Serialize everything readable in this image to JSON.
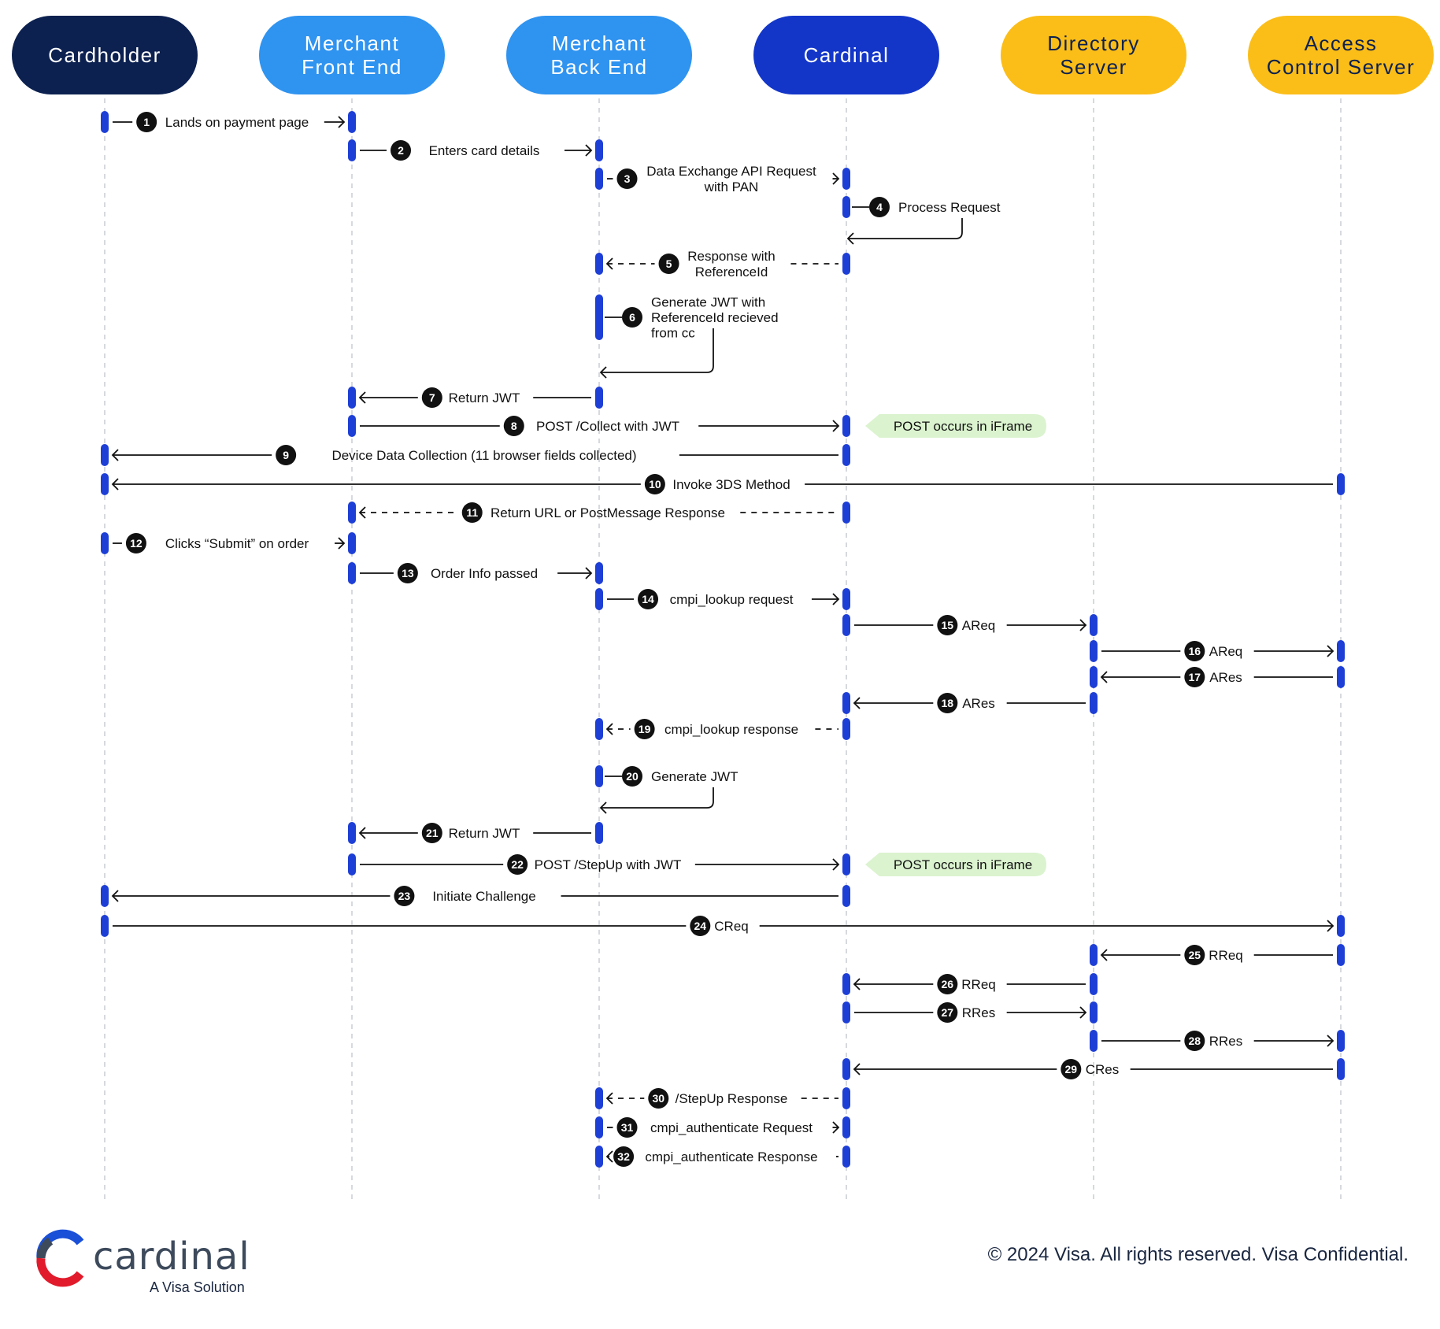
{
  "colors": {
    "activation": "#1e3fd6",
    "lifeline": "#d6d9de",
    "arrow": "#111111",
    "badge": "#111111",
    "note_bg": "#dbf3cf",
    "brand_navy": "#3d4a5c",
    "brand_blue": "#1a4fd8",
    "brand_red": "#e11b2b"
  },
  "participants": [
    {
      "label": "Cardholder",
      "fill": "#0c2150",
      "text_color": "#ffffff"
    },
    {
      "label": "Merchant\nFront End",
      "fill": "#2f93f0",
      "text_color": "#ffffff"
    },
    {
      "label": "Merchant\nBack End",
      "fill": "#2f93f0",
      "text_color": "#ffffff"
    },
    {
      "label": "Cardinal",
      "fill": "#1336c9",
      "text_color": "#ffffff"
    },
    {
      "label": "Directory\nServer",
      "fill": "#fbbd18",
      "text_color": "#0c2150"
    },
    {
      "label": "Access\nControl Server",
      "fill": "#fbbd18",
      "text_color": "#0c2150"
    }
  ],
  "steps": [
    {
      "n": 1,
      "from": 0,
      "to": 1,
      "label": "Lands on payment page",
      "style": "solid"
    },
    {
      "n": 2,
      "from": 1,
      "to": 2,
      "label": "Enters card details",
      "style": "solid"
    },
    {
      "n": 3,
      "from": 2,
      "to": 3,
      "label": "Data Exchange API Request\nwith PAN",
      "style": "solid"
    },
    {
      "n": 4,
      "from": 3,
      "to": 3,
      "label": "Process Request",
      "style": "self"
    },
    {
      "n": 5,
      "from": 3,
      "to": 2,
      "label": "Response with\nReferenceId",
      "style": "dashed"
    },
    {
      "n": 6,
      "from": 2,
      "to": 2,
      "label": "Generate JWT with\nReferenceId recieved\nfrom cc",
      "style": "self"
    },
    {
      "n": 7,
      "from": 2,
      "to": 1,
      "label": "Return JWT",
      "style": "solid"
    },
    {
      "n": 8,
      "from": 1,
      "to": 3,
      "label": "POST /Collect with JWT",
      "style": "solid",
      "note": "POST occurs in iFrame"
    },
    {
      "n": 9,
      "from": 3,
      "to": 0,
      "label": "Device Data Collection (11 browser fields collected)",
      "style": "solid"
    },
    {
      "n": 10,
      "from": 5,
      "to": 0,
      "label": "Invoke 3DS Method",
      "style": "solid"
    },
    {
      "n": 11,
      "from": 3,
      "to": 1,
      "label": "Return URL or PostMessage Response",
      "style": "dashed"
    },
    {
      "n": 12,
      "from": 0,
      "to": 1,
      "label": "Clicks “Submit” on order",
      "style": "solid"
    },
    {
      "n": 13,
      "from": 1,
      "to": 2,
      "label": "Order Info passed",
      "style": "solid"
    },
    {
      "n": 14,
      "from": 2,
      "to": 3,
      "label": "cmpi_lookup request",
      "style": "solid"
    },
    {
      "n": 15,
      "from": 3,
      "to": 4,
      "label": "AReq",
      "style": "solid"
    },
    {
      "n": 16,
      "from": 4,
      "to": 5,
      "label": "AReq",
      "style": "solid"
    },
    {
      "n": 17,
      "from": 5,
      "to": 4,
      "label": "ARes",
      "style": "solid"
    },
    {
      "n": 18,
      "from": 4,
      "to": 3,
      "label": "ARes",
      "style": "solid"
    },
    {
      "n": 19,
      "from": 3,
      "to": 2,
      "label": "cmpi_lookup response",
      "style": "dashed"
    },
    {
      "n": 20,
      "from": 2,
      "to": 2,
      "label": "Generate JWT",
      "style": "self"
    },
    {
      "n": 21,
      "from": 2,
      "to": 1,
      "label": "Return JWT",
      "style": "solid"
    },
    {
      "n": 22,
      "from": 1,
      "to": 3,
      "label": "POST /StepUp with JWT",
      "style": "solid",
      "note": "POST occurs in iFrame"
    },
    {
      "n": 23,
      "from": 3,
      "to": 0,
      "label": "Initiate Challenge",
      "style": "solid"
    },
    {
      "n": 24,
      "from": 0,
      "to": 5,
      "label": "CReq",
      "style": "solid"
    },
    {
      "n": 25,
      "from": 5,
      "to": 4,
      "label": "RReq",
      "style": "solid"
    },
    {
      "n": 26,
      "from": 4,
      "to": 3,
      "label": "RReq",
      "style": "solid"
    },
    {
      "n": 27,
      "from": 3,
      "to": 4,
      "label": "RRes",
      "style": "solid"
    },
    {
      "n": 28,
      "from": 4,
      "to": 5,
      "label": "RRes",
      "style": "solid"
    },
    {
      "n": 29,
      "from": 5,
      "to": 3,
      "label": "CRes",
      "style": "solid"
    },
    {
      "n": 30,
      "from": 3,
      "to": 2,
      "label": "/StepUp Response",
      "style": "dashed"
    },
    {
      "n": 31,
      "from": 2,
      "to": 3,
      "label": "cmpi_authenticate Request",
      "style": "solid"
    },
    {
      "n": 32,
      "from": 3,
      "to": 2,
      "label": "cmpi_authenticate Response",
      "style": "dashed"
    }
  ],
  "footer": {
    "brand": "cardinal",
    "brand_sub": "A Visa Solution",
    "copyright": "© 2024 Visa. All rights reserved. Visa Confidential."
  }
}
